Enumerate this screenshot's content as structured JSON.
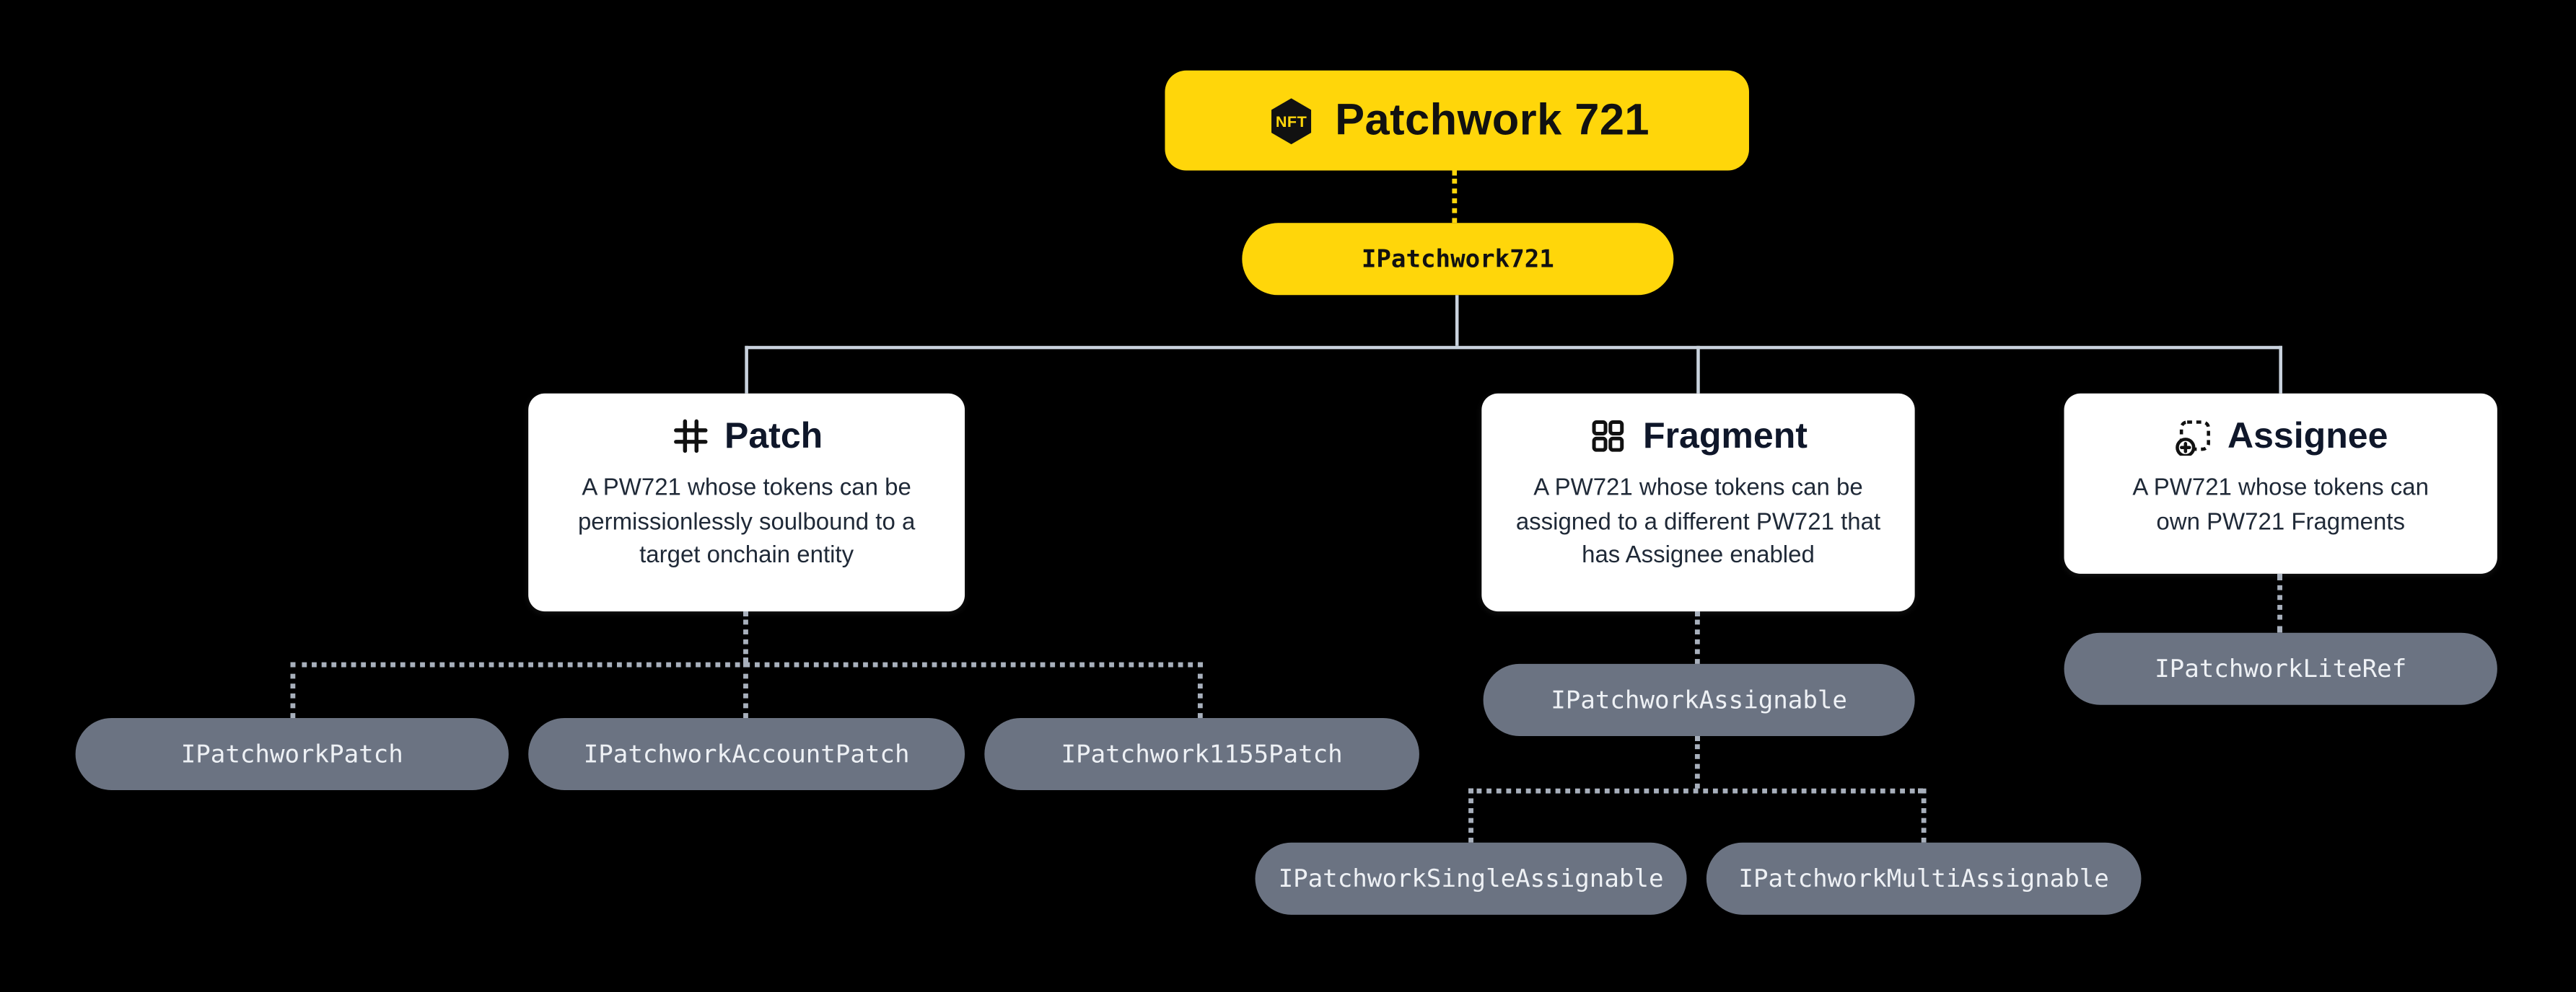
{
  "diagram": {
    "root": {
      "label": "Patchwork 721",
      "icon": "nft-hexagon-icon"
    },
    "root_interface": {
      "label": "IPatchwork721"
    },
    "cards": [
      {
        "id": "patch",
        "title": "Patch",
        "icon": "frame-icon",
        "description": "A PW721 whose tokens can be permissionlessly soulbound to a target onchain entity",
        "interfaces": [
          "IPatchworkPatch",
          "IPatchworkAccountPatch",
          "IPatchwork1155Patch"
        ]
      },
      {
        "id": "fragment",
        "title": "Fragment",
        "icon": "grid-icon",
        "description": "A PW721 whose tokens can be assigned to a different PW721 that has Assignee enabled",
        "interfaces": [
          "IPatchworkAssignable"
        ],
        "sub_interfaces": [
          "IPatchworkSingleAssignable",
          "IPatchworkMultiAssignable"
        ]
      },
      {
        "id": "assignee",
        "title": "Assignee",
        "icon": "dashed-box-plus-icon",
        "description": "A PW721 whose tokens can own PW721 Fragments",
        "interfaces": [
          "IPatchworkLiteRef"
        ]
      }
    ],
    "colors": {
      "accent_yellow": "#FFD60A",
      "pill_gray": "#6B7382",
      "card_bg": "#FFFFFF",
      "background": "#000000",
      "solid_line": "#C9D2DD",
      "dotted_line": "#A8B0BC"
    }
  }
}
